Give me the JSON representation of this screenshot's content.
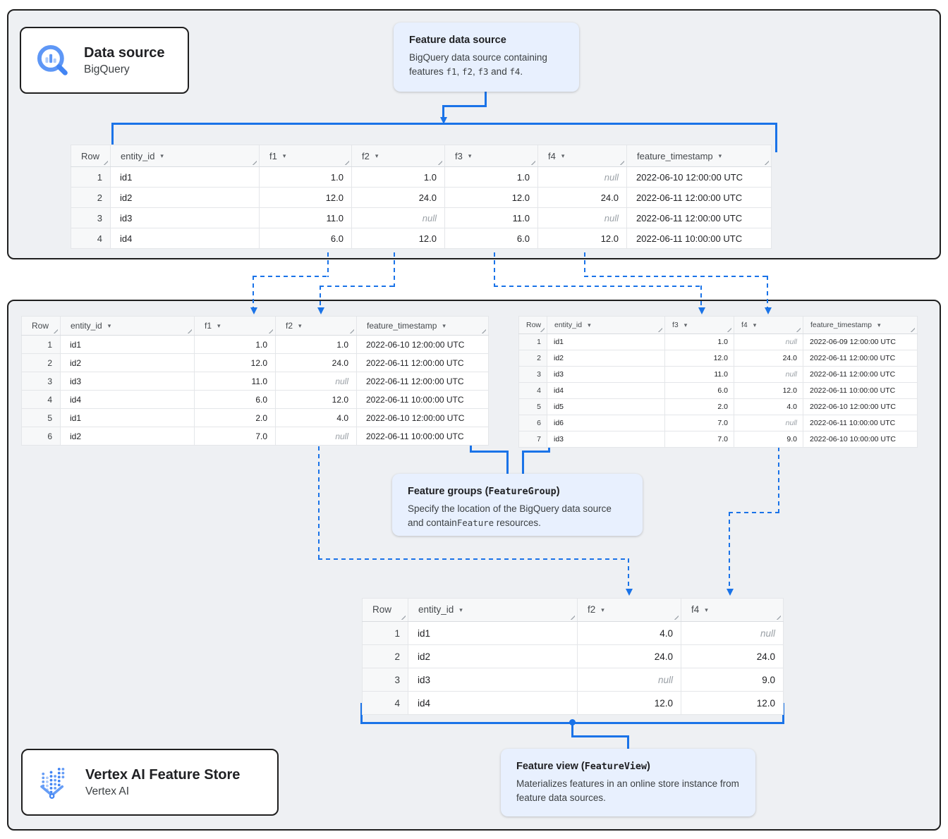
{
  "cards": {
    "data_source": {
      "title": "Data source",
      "subtitle": "BigQuery",
      "icon": "bigquery-icon"
    },
    "feature_store": {
      "title": "Vertex AI Feature Store",
      "subtitle": "Vertex AI",
      "icon": "vertex-ai-icon"
    }
  },
  "callouts": {
    "feature_data_source": {
      "title_parts": [
        {
          "t": "Feature data source"
        }
      ],
      "body_parts": [
        {
          "t": "BigQuery data source containing features "
        },
        {
          "t": "f1",
          "mono": true
        },
        {
          "t": ", "
        },
        {
          "t": "f2",
          "mono": true
        },
        {
          "t": ", "
        },
        {
          "t": "f3",
          "mono": true
        },
        {
          "t": " and "
        },
        {
          "t": "f4",
          "mono": true
        },
        {
          "t": "."
        }
      ]
    },
    "feature_groups": {
      "title_parts": [
        {
          "t": "Feature groups ("
        },
        {
          "t": "FeatureGroup",
          "mono": true
        },
        {
          "t": ")"
        }
      ],
      "body_parts": [
        {
          "t": "Specify the location of the BigQuery data source and contain"
        },
        {
          "t": "Feature",
          "mono": true
        },
        {
          "t": " resources."
        }
      ]
    },
    "feature_view": {
      "title_parts": [
        {
          "t": "Feature view ("
        },
        {
          "t": "FeatureView",
          "mono": true
        },
        {
          "t": ")"
        }
      ],
      "body_parts": [
        {
          "t": "Materializes features in an online store instance from feature data sources."
        }
      ]
    }
  },
  "tables": {
    "source": {
      "columns": [
        {
          "label": "Row",
          "align": "right",
          "sort": false
        },
        {
          "label": "entity_id",
          "align": "left",
          "sort": true
        },
        {
          "label": "f1",
          "align": "right",
          "sort": true
        },
        {
          "label": "f2",
          "align": "right",
          "sort": true
        },
        {
          "label": "f3",
          "align": "right",
          "sort": true
        },
        {
          "label": "f4",
          "align": "right",
          "sort": true
        },
        {
          "label": "feature_timestamp",
          "align": "left",
          "sort": true
        }
      ],
      "rows": [
        [
          "1",
          "id1",
          "1.0",
          "1.0",
          "1.0",
          "null",
          "2022-06-10 12:00:00 UTC"
        ],
        [
          "2",
          "id2",
          "12.0",
          "24.0",
          "12.0",
          "24.0",
          "2022-06-11 12:00:00 UTC"
        ],
        [
          "3",
          "id3",
          "11.0",
          "null",
          "11.0",
          "null",
          "2022-06-11 12:00:00 UTC"
        ],
        [
          "4",
          "id4",
          "6.0",
          "12.0",
          "6.0",
          "12.0",
          "2022-06-11 10:00:00 UTC"
        ]
      ]
    },
    "group_left": {
      "columns": [
        {
          "label": "Row",
          "align": "right",
          "sort": false
        },
        {
          "label": "entity_id",
          "align": "left",
          "sort": true
        },
        {
          "label": "f1",
          "align": "right",
          "sort": true
        },
        {
          "label": "f2",
          "align": "right",
          "sort": true
        },
        {
          "label": "feature_timestamp",
          "align": "left",
          "sort": true
        }
      ],
      "rows": [
        [
          "1",
          "id1",
          "1.0",
          "1.0",
          "2022-06-10 12:00:00 UTC"
        ],
        [
          "2",
          "id2",
          "12.0",
          "24.0",
          "2022-06-11 12:00:00 UTC"
        ],
        [
          "3",
          "id3",
          "11.0",
          "null",
          "2022-06-11 12:00:00 UTC"
        ],
        [
          "4",
          "id4",
          "6.0",
          "12.0",
          "2022-06-11 10:00:00 UTC"
        ],
        [
          "5",
          "id1",
          "2.0",
          "4.0",
          "2022-06-10 12:00:00 UTC"
        ],
        [
          "6",
          "id2",
          "7.0",
          "null",
          "2022-06-11 10:00:00 UTC"
        ]
      ]
    },
    "group_right": {
      "columns": [
        {
          "label": "Row",
          "align": "right",
          "sort": false
        },
        {
          "label": "entity_id",
          "align": "left",
          "sort": true
        },
        {
          "label": "f3",
          "align": "right",
          "sort": true
        },
        {
          "label": "f4",
          "align": "right",
          "sort": true
        },
        {
          "label": "feature_timestamp",
          "align": "left",
          "sort": true
        }
      ],
      "rows": [
        [
          "1",
          "id1",
          "1.0",
          "null",
          "2022-06-09 12:00:00 UTC"
        ],
        [
          "2",
          "id2",
          "12.0",
          "24.0",
          "2022-06-11 12:00:00 UTC"
        ],
        [
          "3",
          "id3",
          "11.0",
          "null",
          "2022-06-11 12:00:00 UTC"
        ],
        [
          "4",
          "id4",
          "6.0",
          "12.0",
          "2022-06-11 10:00:00 UTC"
        ],
        [
          "5",
          "id5",
          "2.0",
          "4.0",
          "2022-06-10 12:00:00 UTC"
        ],
        [
          "6",
          "id6",
          "7.0",
          "null",
          "2022-06-11 10:00:00 UTC"
        ],
        [
          "7",
          "id3",
          "7.0",
          "9.0",
          "2022-06-10 10:00:00 UTC"
        ]
      ]
    },
    "view": {
      "columns": [
        {
          "label": "Row",
          "align": "right",
          "sort": false
        },
        {
          "label": "entity_id",
          "align": "left",
          "sort": true
        },
        {
          "label": "f2",
          "align": "right",
          "sort": true
        },
        {
          "label": "f4",
          "align": "right",
          "sort": true
        }
      ],
      "rows": [
        [
          "1",
          "id1",
          "4.0",
          "null"
        ],
        [
          "2",
          "id2",
          "24.0",
          "24.0"
        ],
        [
          "3",
          "id3",
          "null",
          "9.0"
        ],
        [
          "4",
          "id4",
          "12.0",
          "12.0"
        ]
      ]
    }
  },
  "null_display": "null",
  "colors": {
    "connector_blue": "#1a73e8",
    "callout_bg": "#e8f0fe",
    "section_bg": "#eef0f3",
    "section_border": "#1f1f1f",
    "null_gray": "#9aa0a6"
  }
}
